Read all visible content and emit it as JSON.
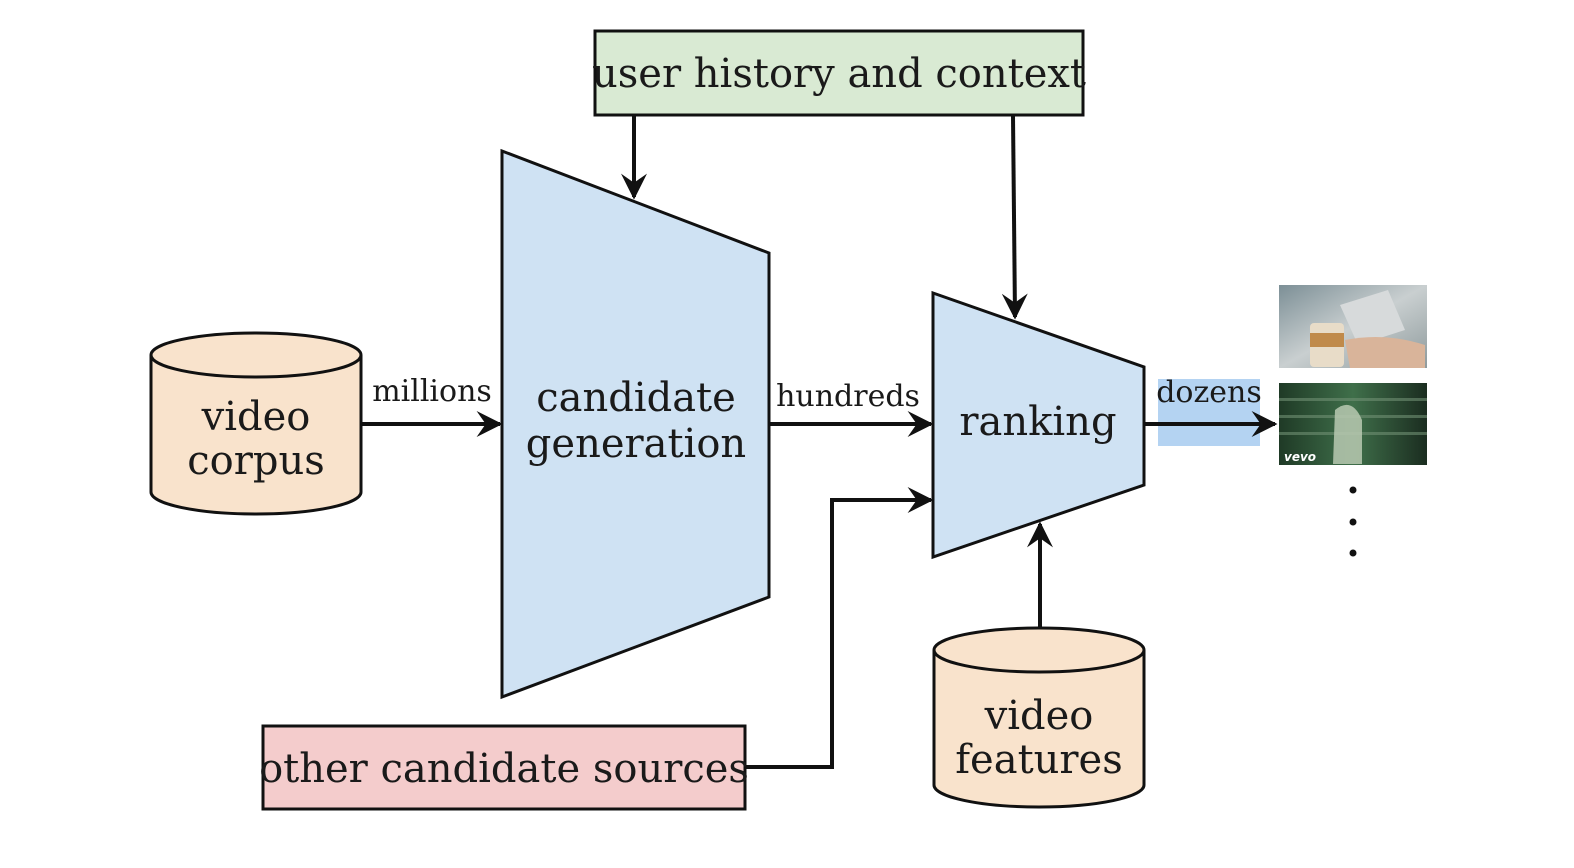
{
  "nodes": {
    "user_history": {
      "label": "user history and context",
      "fill": "#d9ead3"
    },
    "video_corpus": {
      "line1": "video",
      "line2": "corpus",
      "fill": "#f9e3cc"
    },
    "candidate_generation": {
      "line1": "candidate",
      "line2": "generation",
      "fill": "#cfe2f3"
    },
    "ranking": {
      "label": "ranking",
      "fill": "#cfe2f3"
    },
    "video_features": {
      "line1": "video",
      "line2": "features",
      "fill": "#f9e3cc"
    },
    "other_sources": {
      "label": "other candidate sources",
      "fill": "#f4cccc"
    }
  },
  "edges": {
    "millions": "millions",
    "hundreds": "hundreds",
    "dozens": "dozens"
  },
  "highlight_color": "#b4d3f2",
  "output": {
    "thumb2_logo": "vevo"
  }
}
